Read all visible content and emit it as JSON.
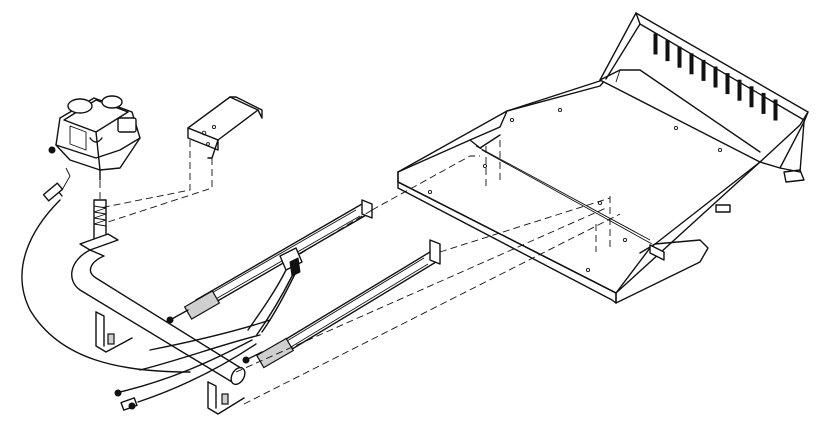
{
  "figure": {
    "kind": "exploded-assembly-line-drawing",
    "components": [
      "gas-valve",
      "valve-mounting-bracket",
      "manifold-pipe",
      "burner-upper",
      "burner-lower",
      "burner-tray-pan",
      "rear-baffle-with-slots",
      "pilot-assembly",
      "pilot-supply-tube",
      "thermocouple-and-wires",
      "manifold-mounting-brackets"
    ],
    "colors": {
      "line": "#111111",
      "background": "#ffffff",
      "shade": "#cfcfcf"
    }
  }
}
